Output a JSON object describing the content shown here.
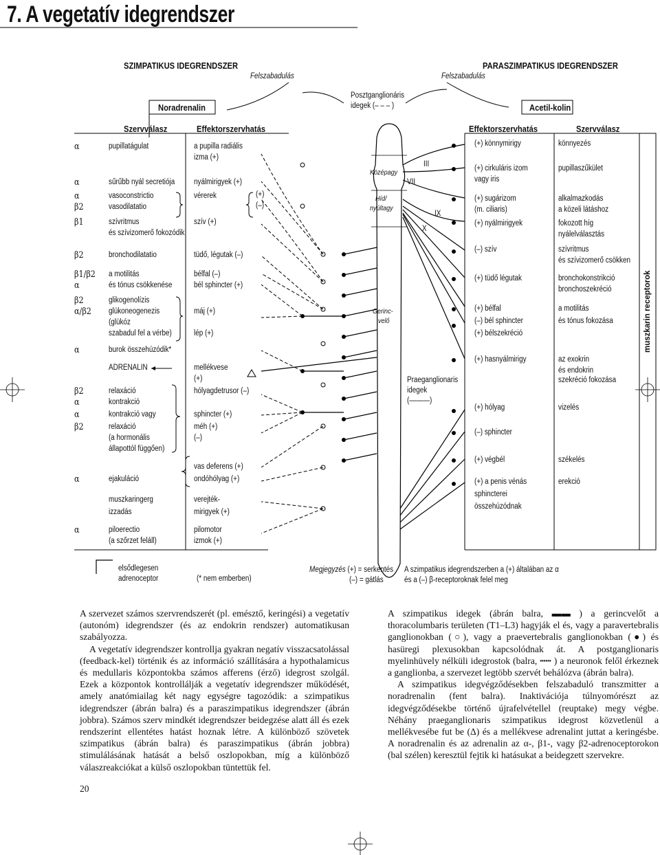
{
  "page": {
    "title": "7. A vegetatív idegrendszer",
    "page_number": "20"
  },
  "diagram": {
    "header_left": "SZIMPATIKUS IDEGRENDSZER",
    "header_right": "PARASZIMPATIKUS IDEGRENDSZER",
    "release_left": "Felszabadulás",
    "release_right": "Felszabadulás",
    "noradrenalin": "Noradrenalin",
    "acetilkolin": "Acetil-kolin",
    "postgang_1": "Posztganglionáris",
    "postgang_2": "idegek (– – – )",
    "col_szervvalasz_left": "Szervválasz",
    "col_effektor_left": "Effektorszervhatás",
    "col_effektor_right": "Effektorszervhatás",
    "col_szervvalasz_right": "Szervválasz",
    "kozepagy": "Középagy",
    "hid_1": "Híd/",
    "hid_2": "nyúltagy",
    "gerinc_1": "Gerinc-",
    "gerinc_2": "velő",
    "nerve_III": "III",
    "nerve_VII": "VII",
    "nerve_IX": "IX",
    "nerve_X": "X",
    "pregang_1": "Praeganglionaris",
    "pregang_2": "idegek",
    "pregang_3": "(———)",
    "muszkarin": "muszkarin receptorok",
    "left_rows": [
      {
        "rec": "α",
        "resp": "pupillatágulat",
        "eff": "a pupilla radiális"
      },
      {
        "rec": "",
        "resp": "",
        "eff": "izma (+)"
      },
      {
        "rec": "α",
        "resp": "sűrűbb nyál secretiója",
        "eff": "nyálmirigyek (+)"
      },
      {
        "rec": "α",
        "resp": "vasoconstrictio",
        "eff": "vérerek"
      },
      {
        "rec": "β2",
        "resp": "vasodilatatio",
        "eff": ""
      },
      {
        "rec": "β1",
        "resp": "szívritmus",
        "eff": "szív (+)"
      },
      {
        "rec": "",
        "resp": "és szívizomerő fokozódik",
        "eff": ""
      },
      {
        "rec": "β2",
        "resp": "bronchodilatatio",
        "eff": "tüdő, légutak (–)"
      },
      {
        "rec": "β1/β2",
        "resp": "a motilitás",
        "eff": "bélfal (–)"
      },
      {
        "rec": "α",
        "resp": "és tónus csökkenése",
        "eff": "bél sphincter (+)"
      },
      {
        "rec": "β2",
        "resp": "glikogenolízis",
        "eff": ""
      },
      {
        "rec": "α/β2",
        "resp": "glükoneogenezis",
        "eff": "máj (+)"
      },
      {
        "rec": "",
        "resp": "(glükóz",
        "eff": ""
      },
      {
        "rec": "",
        "resp": "szabadul fel a vérbe)",
        "eff": "lép (+)"
      },
      {
        "rec": "α",
        "resp": "burok összehúzódik*",
        "eff": ""
      },
      {
        "rec": "",
        "resp": "ADRENALIN",
        "eff": "mellékvese"
      },
      {
        "rec": "",
        "resp": "",
        "eff": "(+)"
      },
      {
        "rec": "β2",
        "resp": "relaxáció",
        "eff": "hólyagdetrusor (–)"
      },
      {
        "rec": "α",
        "resp": "kontrakció",
        "eff": ""
      },
      {
        "rec": "α",
        "resp": "kontrakció vagy",
        "eff": "sphincter (+)"
      },
      {
        "rec": "β2",
        "resp": "relaxáció",
        "eff": "méh (+)"
      },
      {
        "rec": "",
        "resp": "(a hormonális",
        "eff": "(–)"
      },
      {
        "rec": "",
        "resp": "állapottól függően)",
        "eff": ""
      },
      {
        "rec": "",
        "resp": "",
        "eff": "vas deferens (+)"
      },
      {
        "rec": "α",
        "resp": "ejakuláció",
        "eff": "ondóhólyag (+)"
      },
      {
        "rec": "",
        "resp": "muszkaringerg",
        "eff": "verejték-"
      },
      {
        "rec": "",
        "resp": "izzadás",
        "eff": "mirigyek (+)"
      },
      {
        "rec": "α",
        "resp": "piloerectio",
        "eff": "pilomotor"
      },
      {
        "rec": "",
        "resp": "(a szőrzet feláll)",
        "eff": "izmok (+)"
      }
    ],
    "vererek_signs": [
      "(+)",
      "(–)"
    ],
    "right_rows": [
      {
        "eff": "(+) könnymirigy",
        "resp": "könnyezés"
      },
      {
        "eff": "(+) cirkuláris izom",
        "resp": "pupillaszűkület"
      },
      {
        "eff": "vagy iris",
        "resp": ""
      },
      {
        "eff": "(+) sugárizom",
        "resp": "alkalmazkodás"
      },
      {
        "eff": "(m. ciliaris)",
        "resp": "a közeli látáshoz"
      },
      {
        "eff": "(+) nyálmirigyek",
        "resp": "fokozott híg"
      },
      {
        "eff": "",
        "resp": "nyálelválasztás"
      },
      {
        "eff": "(–) szív",
        "resp": "szívritmus"
      },
      {
        "eff": "",
        "resp": "és szívizomerő csökken"
      },
      {
        "eff": "(+) tüdő légutak",
        "resp": "bronchokonstrikció"
      },
      {
        "eff": "",
        "resp": "bronchoszekréció"
      },
      {
        "eff": "(+) bélfal",
        "resp": "a motilitás"
      },
      {
        "eff": "(–) bél sphincter",
        "resp": "és tónus fokozása"
      },
      {
        "eff": "(+) bélszekréció",
        "resp": ""
      },
      {
        "eff": "(+) hasnyálmirigy",
        "resp": "az exokrin"
      },
      {
        "eff": "",
        "resp": "és endokrin"
      },
      {
        "eff": "",
        "resp": "szekréció fokozása"
      },
      {
        "eff": "(+) hólyag",
        "resp": "vizelés"
      },
      {
        "eff": "(–) sphincter",
        "resp": ""
      },
      {
        "eff": "(+) végbél",
        "resp": "székelés"
      },
      {
        "eff": "(+) a penis vénás",
        "resp": "erekció"
      },
      {
        "eff": "sphincterei",
        "resp": ""
      },
      {
        "eff": "összehúzódnak",
        "resp": ""
      }
    ],
    "legend_primary_1": "elsődlegesen",
    "legend_primary_2": "adrenoceptor",
    "legend_not_human": "(* nem emberben)",
    "megjegyzes_label": "Megjegyzés",
    "megjegyzes_1": "(+) = serkentés",
    "megjegyzes_2": "(–) = gátlás",
    "note_right_1": "A szimpatikus idegrendszerben a (+) általában az α",
    "note_right_2": "és a (–) β-receptoroknak felel meg"
  },
  "text": {
    "left_paragraphs": [
      "A szervezet számos szervrendszerét (pl. emésztő, keringési) a vegetatív (autonóm) idegrendszer (és az endokrin rendszer) automatikusan szabályozza.",
      "A vegetatív idegrendszer kontrollja gyakran negatív visszacsatolással (feedback-kel) történik és az információ szállítására a hypothalamicus és medullaris központokba számos afferens (érző) idegrost szolgál. Ezek a központok kontrollálják a vegetatív idegrendszer működését, amely anatómiailag két nagy egységre tagozódik: a szimpatikus idegrendszer (ábrán balra) és a paraszimpatikus idegrendszer (ábrán jobbra). Számos szerv mindkét idegrendszer beidegzése alatt áll és ezek rendszerint ellentétes hatást hoznak létre. A különböző szövetek szimpatikus (ábrán balra) és paraszimpatikus (ábrán jobbra) stimulálásának hatását a belső oszlopokban, míg a különböző válaszreakciókat a külső oszlopokban tüntettük fel."
    ],
    "right_paragraphs": [
      "A szimpatikus idegek (ábrán balra, ▬▬ ) a gerincvelőt a thoracolumbaris területen (T1–L3) hagyják el és, vagy a paravertebralis ganglionokban (○), vagy a praevertebralis ganglionokban (●) és hasüregi plexusokban kapcsolódnak át. A postganglionaris myelinhüvely nélküli idegrostok (balra, ┅┅ ) a neuronok felől érkeznek a ganglionba, a szervezet legtöbb szervét beháló­zva (ábrán balra).",
      "A szimpatikus idegvégződésekben felszabaduló transzmitter a noradrenalin (fent balra). Inaktivációja túlnyomórészt az idegvégződésekbe történő újrafelvétellel (reuptake) megy végbe. Néhány praeganglionaris szimpatikus idegrost közvetlenül a mellékvesébe fut be (Δ) és a mellékvese adrenalint juttat a keringésbe. A noradrenalin és az adrenalin az α-, β1-, vagy β2-adrenoceptorokon (bal szélen) keresztül fejtik ki hatásukat a beidegzett szervekre."
    ]
  }
}
